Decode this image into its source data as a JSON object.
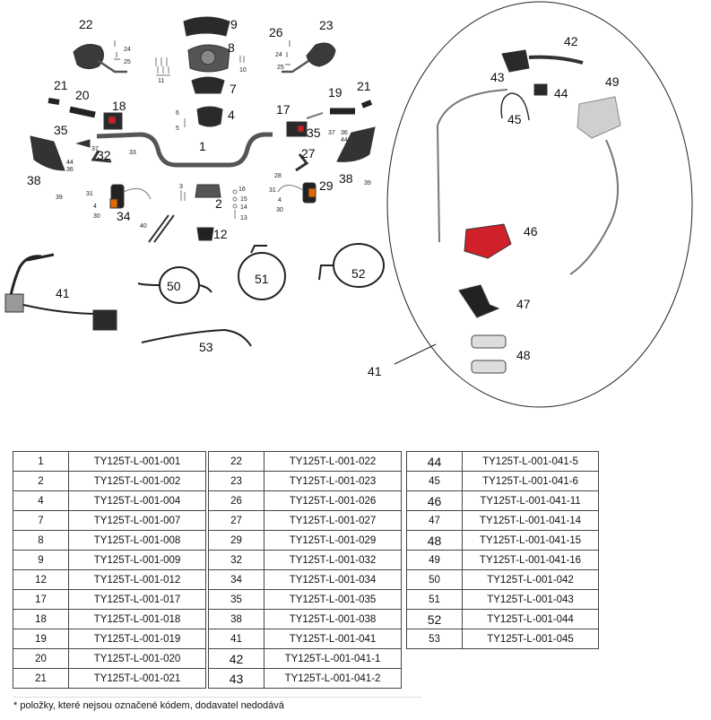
{
  "diagram": {
    "callouts": {
      "c22": "22",
      "c9": "9",
      "c8": "8",
      "c26": "26",
      "c23": "23",
      "c24a": "24",
      "c25a": "25",
      "c11": "11",
      "c10": "10",
      "c24b": "24",
      "c25b": "25",
      "c7": "7",
      "c21a": "21",
      "c20": "20",
      "c18": "18",
      "c6": "6",
      "c4a": "4",
      "c5": "5",
      "c17": "17",
      "c19": "19",
      "c21b": "21",
      "c35a": "35",
      "c1": "1",
      "c37a": "37",
      "c33": "33",
      "c32": "32",
      "c44a": "44",
      "c36a": "36",
      "c35b": "35",
      "c37b": "37",
      "c36b": "36",
      "c44b": "44",
      "c27": "27",
      "c28": "28",
      "c38a": "38",
      "c39a": "39",
      "c38b": "38",
      "c39b": "39",
      "c3": "3",
      "c16": "16",
      "c15": "15",
      "c14": "14",
      "c13": "13",
      "c2": "2",
      "c31a": "31",
      "c4b": "4",
      "c30a": "30",
      "c34": "34",
      "c29": "29",
      "c31b": "31",
      "c4c": "4",
      "c30b": "30",
      "c40": "40",
      "c12": "12",
      "c41a": "41",
      "c50": "50",
      "c51": "51",
      "c52": "52",
      "c53": "53",
      "c42": "42",
      "c43": "43",
      "c44c": "44",
      "c49": "49",
      "c45": "45",
      "c46": "46",
      "c47": "47",
      "c48": "48",
      "c41b": "41"
    }
  },
  "table": {
    "groups": [
      [
        [
          "1",
          "TY125T-L-001-001"
        ],
        [
          "2",
          "TY125T-L-001-002"
        ],
        [
          "4",
          "TY125T-L-001-004"
        ],
        [
          "7",
          "TY125T-L-001-007"
        ],
        [
          "8",
          "TY125T-L-001-008"
        ],
        [
          "9",
          "TY125T-L-001-009"
        ],
        [
          "12",
          "TY125T-L-001-012"
        ],
        [
          "17",
          "TY125T-L-001-017"
        ],
        [
          "18",
          "TY125T-L-001-018"
        ],
        [
          "19",
          "TY125T-L-001-019"
        ],
        [
          "20",
          "TY125T-L-001-020"
        ],
        [
          "21",
          "TY125T-L-001-021"
        ]
      ],
      [
        [
          "22",
          "TY125T-L-001-022"
        ],
        [
          "23",
          "TY125T-L-001-023"
        ],
        [
          "26",
          "TY125T-L-001-026"
        ],
        [
          "27",
          "TY125T-L-001-027"
        ],
        [
          "29",
          "TY125T-L-001-029"
        ],
        [
          "32",
          "TY125T-L-001-032"
        ],
        [
          "34",
          "TY125T-L-001-034"
        ],
        [
          "35",
          "TY125T-L-001-035"
        ],
        [
          "38",
          "TY125T-L-001-038"
        ],
        [
          "41",
          "TY125T-L-001-041"
        ],
        [
          "42",
          "TY125T-L-001-041-1"
        ],
        [
          "43",
          "TY125T-L-001-041-2"
        ]
      ],
      [
        [
          "44",
          "TY125T-L-001-041-5"
        ],
        [
          "45",
          "TY125T-L-001-041-6"
        ],
        [
          "46",
          "TY125T-L-001-041-11"
        ],
        [
          "47",
          "TY125T-L-001-041-14"
        ],
        [
          "48",
          "TY125T-L-001-041-15"
        ],
        [
          "49",
          "TY125T-L-001-041-16"
        ],
        [
          "50",
          "TY125T-L-001-042"
        ],
        [
          "51",
          "TY125T-L-001-043"
        ],
        [
          "52",
          "TY125T-L-001-044"
        ],
        [
          "53",
          "TY125T-L-001-045"
        ]
      ]
    ],
    "big_number_rows": [
      "42",
      "43",
      "44",
      "46",
      "48",
      "52"
    ]
  },
  "footnote": "* položky, které nejsou označené kódem, dodavatel nedodává",
  "colors": {
    "red_part": "#d0202a",
    "black_part": "#2a2a2a",
    "chrome": "#a9a9a9",
    "line": "#333333"
  }
}
